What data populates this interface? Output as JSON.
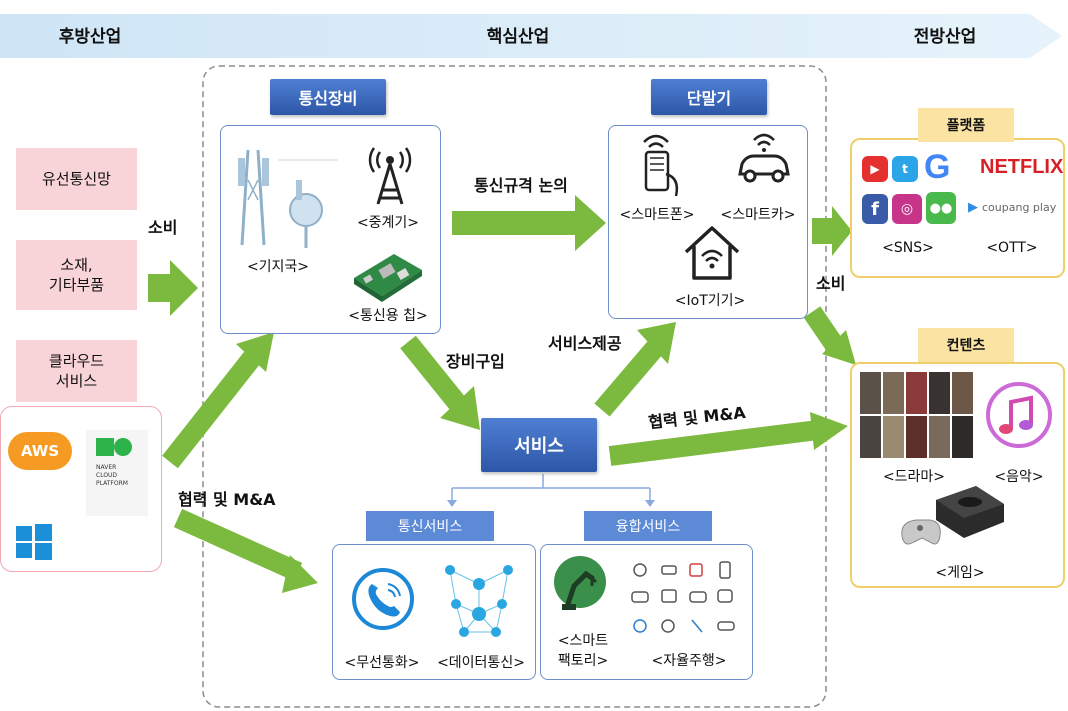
{
  "stages": {
    "upstream": "후방산업",
    "core": "핵심산업",
    "downstream": "전방산업"
  },
  "left": {
    "wired": "유선통신망",
    "materials_line1": "소재,",
    "materials_line2": "기타부품",
    "cloud_line1": "클라우드",
    "cloud_line2": "서비스",
    "aws": "AWS",
    "naver_line1": "NAVER",
    "naver_line2": "CLOUD",
    "naver_line3": "PLATFORM"
  },
  "equipment": {
    "title": "통신장비",
    "base_station": "<기지국>",
    "repeater": "<중계기>",
    "chip": "<통신용 칩>"
  },
  "terminal": {
    "title": "단말기",
    "smartphone": "<스마트폰>",
    "smartcar": "<스마트카>",
    "iot": "<IoT기기>"
  },
  "service": {
    "title": "서비스"
  },
  "telecom_service": {
    "title": "통신서비스",
    "voice": "<무선통화>",
    "data": "<데이터통신>"
  },
  "convergence_service": {
    "title": "융합서비스",
    "factory_line1": "<스마트",
    "factory_line2": "팩토리>",
    "autonomous": "<자율주행>"
  },
  "platform": {
    "title": "플랫폼",
    "sns": "<SNS>",
    "ott": "<OTT>",
    "netflix": "NETFLIX",
    "coupang": "coupang play"
  },
  "contents": {
    "title": "컨텐츠",
    "drama": "<드라마>",
    "music": "<음악>",
    "game": "<게임>"
  },
  "arrows": {
    "consume_left": "소비",
    "standard": "통신규격 논의",
    "purchase": "장비구입",
    "provide": "서비스제공",
    "coop_right": "협력 및 M&A",
    "coop_left": "협력 및 M&A",
    "consume_right": "소비"
  },
  "colors": {
    "arrow_green": "#7cba3f",
    "banner_blue": "#d4eaf8",
    "title_blue": "#2d57a8",
    "pink": "#f8d3d8",
    "yellow": "#fbe3a4"
  },
  "icons": [
    "wifi-phone-icon",
    "car-wifi-icon",
    "iot-house-icon",
    "antenna-tower-icon",
    "base-station-icon",
    "chip-board-icon",
    "phone-call-icon",
    "network-icon",
    "robot-arm-icon",
    "autonomous-grid-icon",
    "music-note-icon",
    "game-console-icon",
    "drama-posters-icon"
  ]
}
